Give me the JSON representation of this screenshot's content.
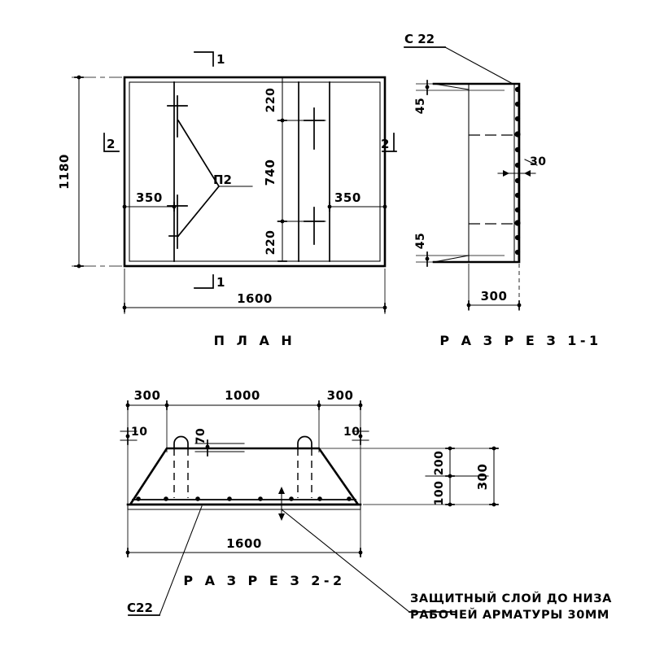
{
  "drawing": {
    "sheet_title": "",
    "line_color": "#000000",
    "background": "#ffffff",
    "views": [
      {
        "id": "plan",
        "title": "П Л А Н",
        "dimensions": {
          "overall_width": "1600",
          "overall_height": "1180",
          "left_offset": "350",
          "right_offset": "350",
          "top_spacing": "220",
          "middle_spacing": "740",
          "bottom_spacing": "220"
        },
        "callouts": [
          {
            "name": "loop-label",
            "text": "П2"
          }
        ],
        "section_markers": [
          {
            "name": "section-mark-1-top",
            "text": "1"
          },
          {
            "name": "section-mark-1-bottom",
            "text": "1"
          },
          {
            "name": "section-mark-2-left",
            "text": "2"
          },
          {
            "name": "section-mark-2-right",
            "text": "2"
          }
        ]
      },
      {
        "id": "section-1-1",
        "title": "Р А З Р Е З  1-1",
        "dimensions": {
          "width": "300",
          "top_cover": "45",
          "bottom_cover": "45",
          "rebar_cover": "30"
        },
        "callouts": [
          {
            "name": "mesh-label",
            "text": "С 22"
          }
        ]
      },
      {
        "id": "section-2-2",
        "title": "Р А З Р Е З  2-2",
        "dimensions": {
          "overall_width": "1600",
          "left_slope": "300",
          "top_flat": "1000",
          "right_slope": "300",
          "left_edge_thk": "10",
          "right_edge_thk": "10",
          "loop_dim": "70",
          "upper_height": "200",
          "lower_height": "100",
          "total_height": "300"
        },
        "callouts": [
          {
            "name": "mesh-label",
            "text": "С22"
          }
        ]
      }
    ],
    "notes": [
      {
        "name": "cover-note-line-1",
        "text": "ЗАЩИТНЫЙ СЛОЙ ДО НИЗА"
      },
      {
        "name": "cover-note-line-2",
        "text": "РАБОЧЕЙ АРМАТУРЫ 30ММ"
      }
    ]
  }
}
